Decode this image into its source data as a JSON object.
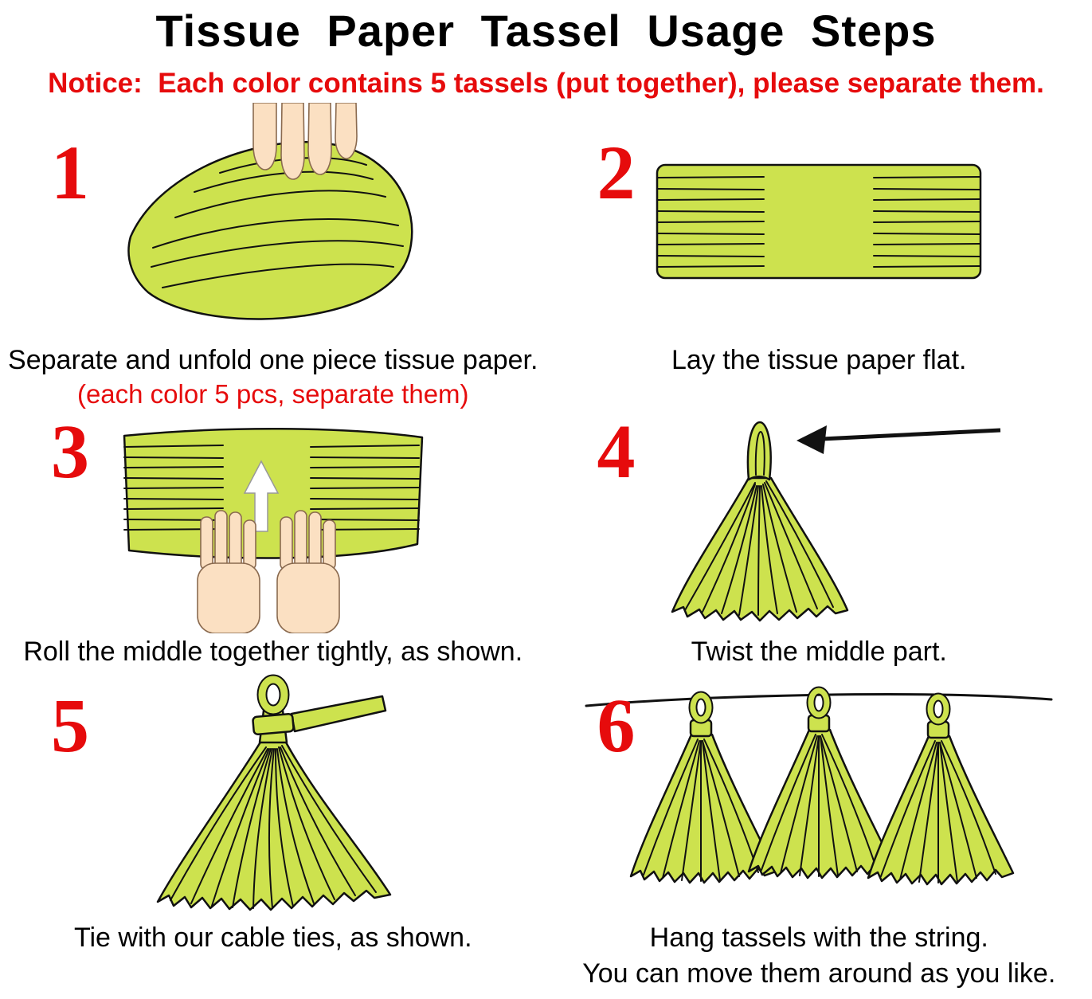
{
  "title": "Tissue Paper Tassel Usage Steps",
  "notice": "Notice:  Each color contains 5 tassels (put together), please separate them.",
  "colors": {
    "tissue": "#cde24e",
    "red": "#e60b0c",
    "skin": "#fbe0c2",
    "ink": "#111111"
  },
  "steps": [
    {
      "number": "1",
      "caption": "Separate and unfold one piece tissue paper.",
      "subcaption": "(each color 5 pcs, separate them)"
    },
    {
      "number": "2",
      "caption": "Lay the tissue paper flat."
    },
    {
      "number": "3",
      "caption": "Roll the middle together tightly, as shown."
    },
    {
      "number": "4",
      "caption": "Twist the middle part."
    },
    {
      "number": "5",
      "caption": "Tie with our cable ties, as shown."
    },
    {
      "number": "6",
      "caption": "Hang tassels with the string.",
      "caption2": "You can move them around as you like."
    }
  ]
}
